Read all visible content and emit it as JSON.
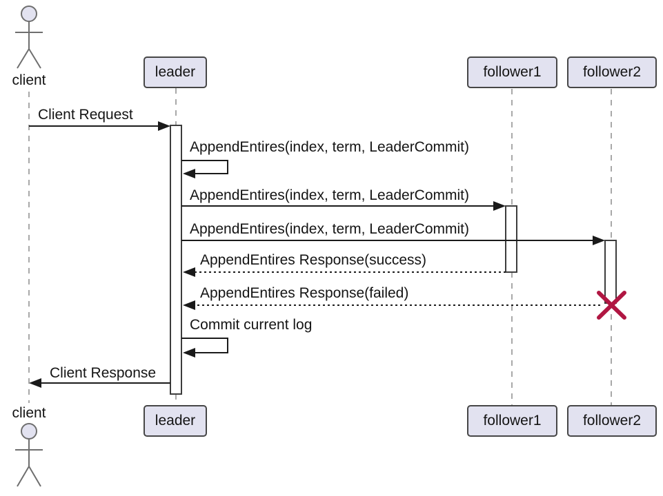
{
  "diagram": {
    "type": "sequence-diagram",
    "participants": [
      {
        "label": "client",
        "kind": "actor"
      },
      {
        "label": "leader",
        "kind": "participant"
      },
      {
        "label": "follower1",
        "kind": "participant"
      },
      {
        "label": "follower2",
        "kind": "participant"
      }
    ],
    "messages": [
      {
        "from": "client",
        "to": "leader",
        "label": "Client Request",
        "line": "solid"
      },
      {
        "from": "leader",
        "to": "leader",
        "label": "AppendEntires(index, term, LeaderCommit)",
        "line": "solid-self"
      },
      {
        "from": "leader",
        "to": "follower1",
        "label": "AppendEntires(index, term, LeaderCommit)",
        "line": "solid"
      },
      {
        "from": "leader",
        "to": "follower2",
        "label": "AppendEntires(index, term, LeaderCommit)",
        "line": "solid"
      },
      {
        "from": "follower1",
        "to": "leader",
        "label": "AppendEntires Response(success)",
        "line": "dashed"
      },
      {
        "from": "follower2",
        "to": "leader",
        "label": "AppendEntires Response(failed)",
        "line": "dashed-destroy"
      },
      {
        "from": "leader",
        "to": "leader",
        "label": "Commit current log",
        "line": "solid-self"
      },
      {
        "from": "leader",
        "to": "client",
        "label": "Client Response",
        "line": "solid"
      }
    ],
    "colors": {
      "background": "#FFFFFF",
      "participant_fill": "#E2E2F0",
      "participant_border": "#464646",
      "lifeline": "#A8A8A8",
      "arrow": "#1A1A1A",
      "text": "#141414",
      "activation_fill": "#FFFFFF",
      "activation_border": "#3C3C3C",
      "actor": "#6E6E6E",
      "destroy_x": "#B01642"
    }
  }
}
